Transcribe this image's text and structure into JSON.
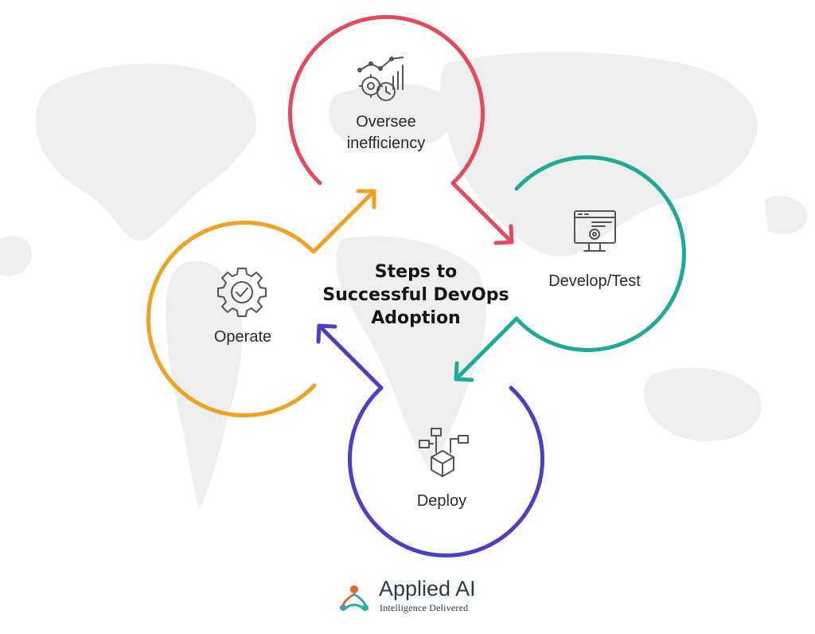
{
  "diagram": {
    "title_lines": [
      "Steps to",
      "Successful DevOps",
      "Adoption"
    ],
    "steps": [
      {
        "label_lines": [
          "Oversee",
          "inefficiency"
        ],
        "icon": "gear-chart-icon",
        "color": "#e8475d"
      },
      {
        "label_lines": [
          "Develop/Test"
        ],
        "icon": "monitor-gear-icon",
        "color": "#1bab96"
      },
      {
        "label_lines": [
          "Deploy"
        ],
        "icon": "package-network-icon",
        "color": "#4a3fc6"
      },
      {
        "label_lines": [
          "Operate"
        ],
        "icon": "gear-check-icon",
        "color": "#f2a11f"
      }
    ]
  },
  "brand": {
    "name": "Applied AI",
    "tagline": "Intelligence Delivered"
  }
}
